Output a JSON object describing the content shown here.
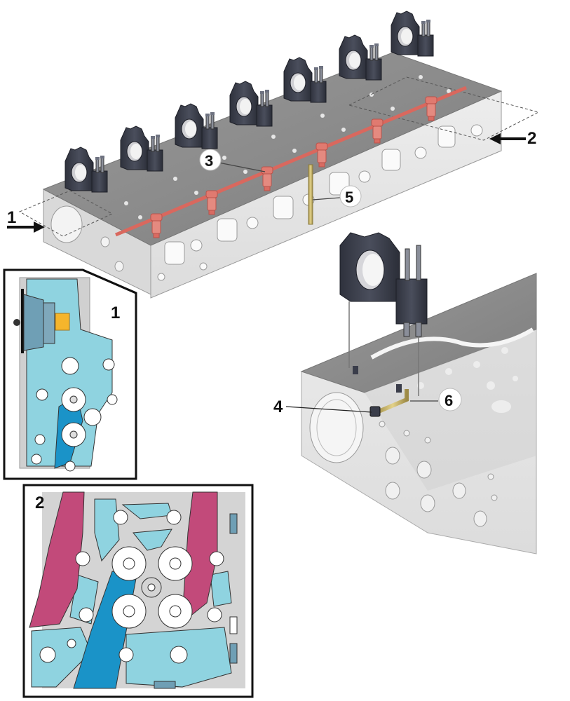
{
  "diagram": {
    "subject": "cylinder-head",
    "colors": {
      "block_top": "#8f8f8f",
      "block_side": "#e6e6e6",
      "cap": "#3a3d4a",
      "rail": "#d9685e",
      "rail_light": "#e9918a",
      "tube": "#c8b266",
      "coolant_light": "#8fd3e0",
      "coolant_dark": "#1a93c8",
      "exhaust": "#c24a7a",
      "metal": "#d5d5d5",
      "orange": "#f5b52c"
    },
    "callouts": {
      "c1": "1",
      "c2": "2",
      "c3": "3",
      "c4": "4",
      "c5": "5",
      "c6": "6"
    },
    "insets": {
      "inset1_label": "1",
      "inset2_label": "2"
    }
  }
}
